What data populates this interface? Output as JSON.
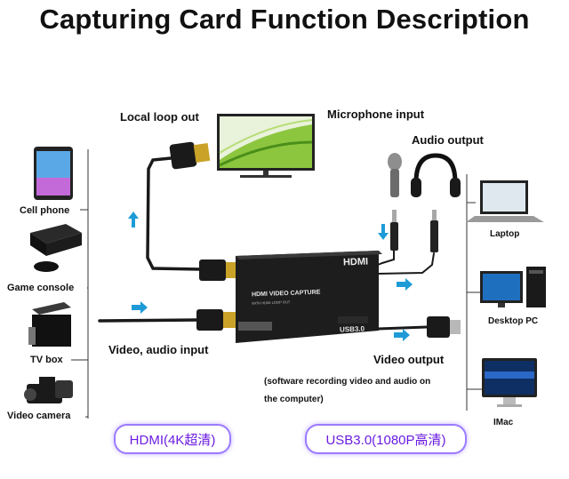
{
  "title": "Capturing Card Function Description",
  "labels": {
    "local_loop_out": "Local loop out",
    "microphone_input": "Microphone input",
    "audio_output": "Audio output",
    "cell_phone": "Cell phone",
    "game_console": "Game console",
    "tv_box": "TV box",
    "video_camera": "Video camera",
    "video_audio_input": "Video, audio input",
    "video_output": "Video output",
    "video_output_note_1": "(software recording video and audio on",
    "video_output_note_2": "the computer)",
    "laptop": "Laptop",
    "desktop_pc": "Desktop PC",
    "imac": "IMac"
  },
  "device": {
    "logo": "HDMI",
    "name": "HDMI VIDEO CAPTURE",
    "subtitle": "WITH HDMI LOOP OUT",
    "port": "USB3.0"
  },
  "badges": {
    "hdmi": "HDMI(4K超清)",
    "usb": "USB3.0(1080P高清)"
  },
  "colors": {
    "arrow": "#1e9bd7",
    "badge_text": "#6b1ce0",
    "badge_border": "#9b7bff"
  }
}
